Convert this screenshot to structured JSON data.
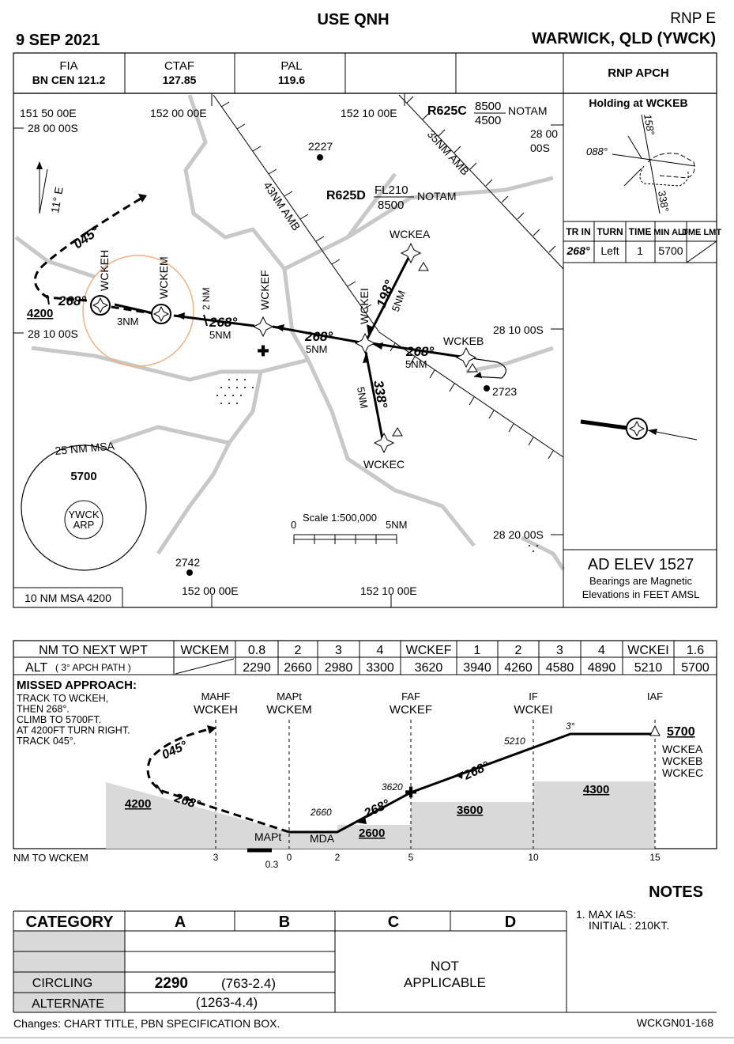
{
  "header": {
    "use_qnh": "USE QNH",
    "proc_id": "RNP E",
    "date": "9 SEP 2021",
    "airport": "WARWICK, QLD (YWCK)"
  },
  "comms": [
    {
      "label": "FIA",
      "value": "BN CEN 121.2"
    },
    {
      "label": "CTAF",
      "value": "127.85"
    },
    {
      "label": "PAL",
      "value": "119.6"
    }
  ],
  "spec_box": "RNP APCH",
  "plan": {
    "coords": {
      "lon1": "151 50 00E",
      "lat1": "28 00 00S",
      "lon2": "152 00 00E",
      "lon3": "152 10 00E",
      "lat_r1a": "28 00",
      "lat_r1b": "00S",
      "lat2_left": "28 10 00S",
      "lat2_right": "28 10 00S",
      "lat3": "28 20 00S",
      "lon_bottom1": "152 00 00E",
      "lon_bottom2": "152 10 00E"
    },
    "variation": "11° E",
    "airspace": {
      "r625c": "R625C",
      "r625c_upper": "8500",
      "r625c_lower": "4500",
      "r625c_notam": "NOTAM",
      "r625d": "R625D",
      "r625d_upper": "FL210",
      "r625d_lower": "8500",
      "r625d_notam": "NOTAM",
      "amb43": "43NM AMB",
      "amb35": "35NM AMB"
    },
    "spot_heights": [
      "2227",
      "2723",
      "2742"
    ],
    "waypoints": {
      "wckea": "WCKEA",
      "wckeb": "WCKEB",
      "wckec": "WCKEC",
      "wckei": "WCKEI",
      "wckef": "WCKEF",
      "wckem": "WCKEM",
      "wckeh": "WCKEH"
    },
    "tracks": {
      "t268_a": "268°",
      "t268_b": "268°",
      "t268_c": "268°",
      "t268_d": "268°",
      "t198": "198°",
      "t338": "338°",
      "t045": "045°",
      "d5nm_a": "5NM",
      "d5nm_b": "5NM",
      "d5nm_c": "5NM",
      "d5nm_d": "5NM",
      "d5nm_e": "5NM",
      "d3nm": "3NM",
      "d2nm": "2 NM",
      "alt4200": "4200"
    },
    "msa": {
      "title": "25 NM MSA",
      "alt": "5700",
      "arp_line1": "YWCK",
      "arp_line2": "ARP",
      "ten_nm": "10 NM MSA 4200"
    },
    "scale": {
      "label": "Scale 1:500,000",
      "zero": "0",
      "five": "5NM"
    }
  },
  "holding": {
    "title": "Holding at WCKEB",
    "inbound_a": "158°",
    "inbound_b": "088°",
    "inbound_c": "338°",
    "headers": [
      "TR IN",
      "TURN",
      "TIME",
      "MIN ALT",
      "DME LMT"
    ],
    "row": [
      "268°",
      "Left",
      "1",
      "5700",
      ""
    ]
  },
  "ad_info": {
    "elev": "AD ELEV 1527",
    "note1": "Bearings are Magnetic",
    "note2": "Elevations in FEET AMSL"
  },
  "dist_table": {
    "row1_label": "NM TO NEXT WPT",
    "row1": [
      "WCKEM",
      "0.8",
      "2",
      "3",
      "4",
      "WCKEF",
      "1",
      "2",
      "3",
      "4",
      "WCKEI",
      "1.6"
    ],
    "row2_label": "ALT",
    "row2_sub": "( 3° APCH PATH )",
    "row2": [
      "2290",
      "2660",
      "2980",
      "3300",
      "3620",
      "3940",
      "4260",
      "4580",
      "4890",
      "5210",
      "5700"
    ]
  },
  "profile": {
    "missed_title": "MISSED APPROACH:",
    "missed_lines": [
      "TRACK TO WCKEH,",
      "THEN 268°.",
      "CLIMB TO 5700FT.",
      "AT 4200FT TURN RIGHT.",
      "TRACK 045°."
    ],
    "fixes": [
      {
        "role": "MAHF",
        "name": "WCKEH"
      },
      {
        "role": "MAPt",
        "name": "WCKEM"
      },
      {
        "role": "FAF",
        "name": "WCKEF"
      },
      {
        "role": "IF",
        "name": "WCKEI"
      },
      {
        "role": "IAF",
        "name": ""
      }
    ],
    "iaf_alt": "5700",
    "iaf_names": [
      "WCKEA",
      "WCKEB",
      "WCKEC"
    ],
    "alts": {
      "a5210": "5210",
      "a3620": "3620",
      "a2660": "2660",
      "glide": "3°"
    },
    "tracks": {
      "t045": "045°",
      "t268_m": "268°",
      "t268_1": "268°",
      "t268_2": "268°",
      "alt4200": "4200"
    },
    "labels": {
      "mapt": "MAPt",
      "mda": "MDA"
    },
    "terrain": [
      "2600",
      "3600",
      "4300"
    ],
    "axis_label": "NM TO WCKEM",
    "ticks": [
      "3",
      "0.3",
      "0",
      "2",
      "5",
      "10",
      "15"
    ]
  },
  "notes": {
    "title": "NOTES",
    "line1": "1. MAX IAS:",
    "line2": "INITIAL   : 210KT."
  },
  "minima": {
    "category": "CATEGORY",
    "cats": [
      "A",
      "B",
      "C",
      "D"
    ],
    "circling": "CIRCLING",
    "circling_alt": "2290",
    "circling_ha": "(763-2.4)",
    "alternate": "ALTERNATE",
    "alternate_val": "(1263-4.4)",
    "na1": "NOT",
    "na2": "APPLICABLE"
  },
  "footer": {
    "changes": "Changes: CHART TITLE, PBN SPECIFICATION BOX.",
    "chart_id": "WCKGN01-168"
  },
  "colors": {
    "msa_ring": "#f0b080",
    "terrain": "#d9d9d9",
    "road": "#c8c8c8"
  }
}
